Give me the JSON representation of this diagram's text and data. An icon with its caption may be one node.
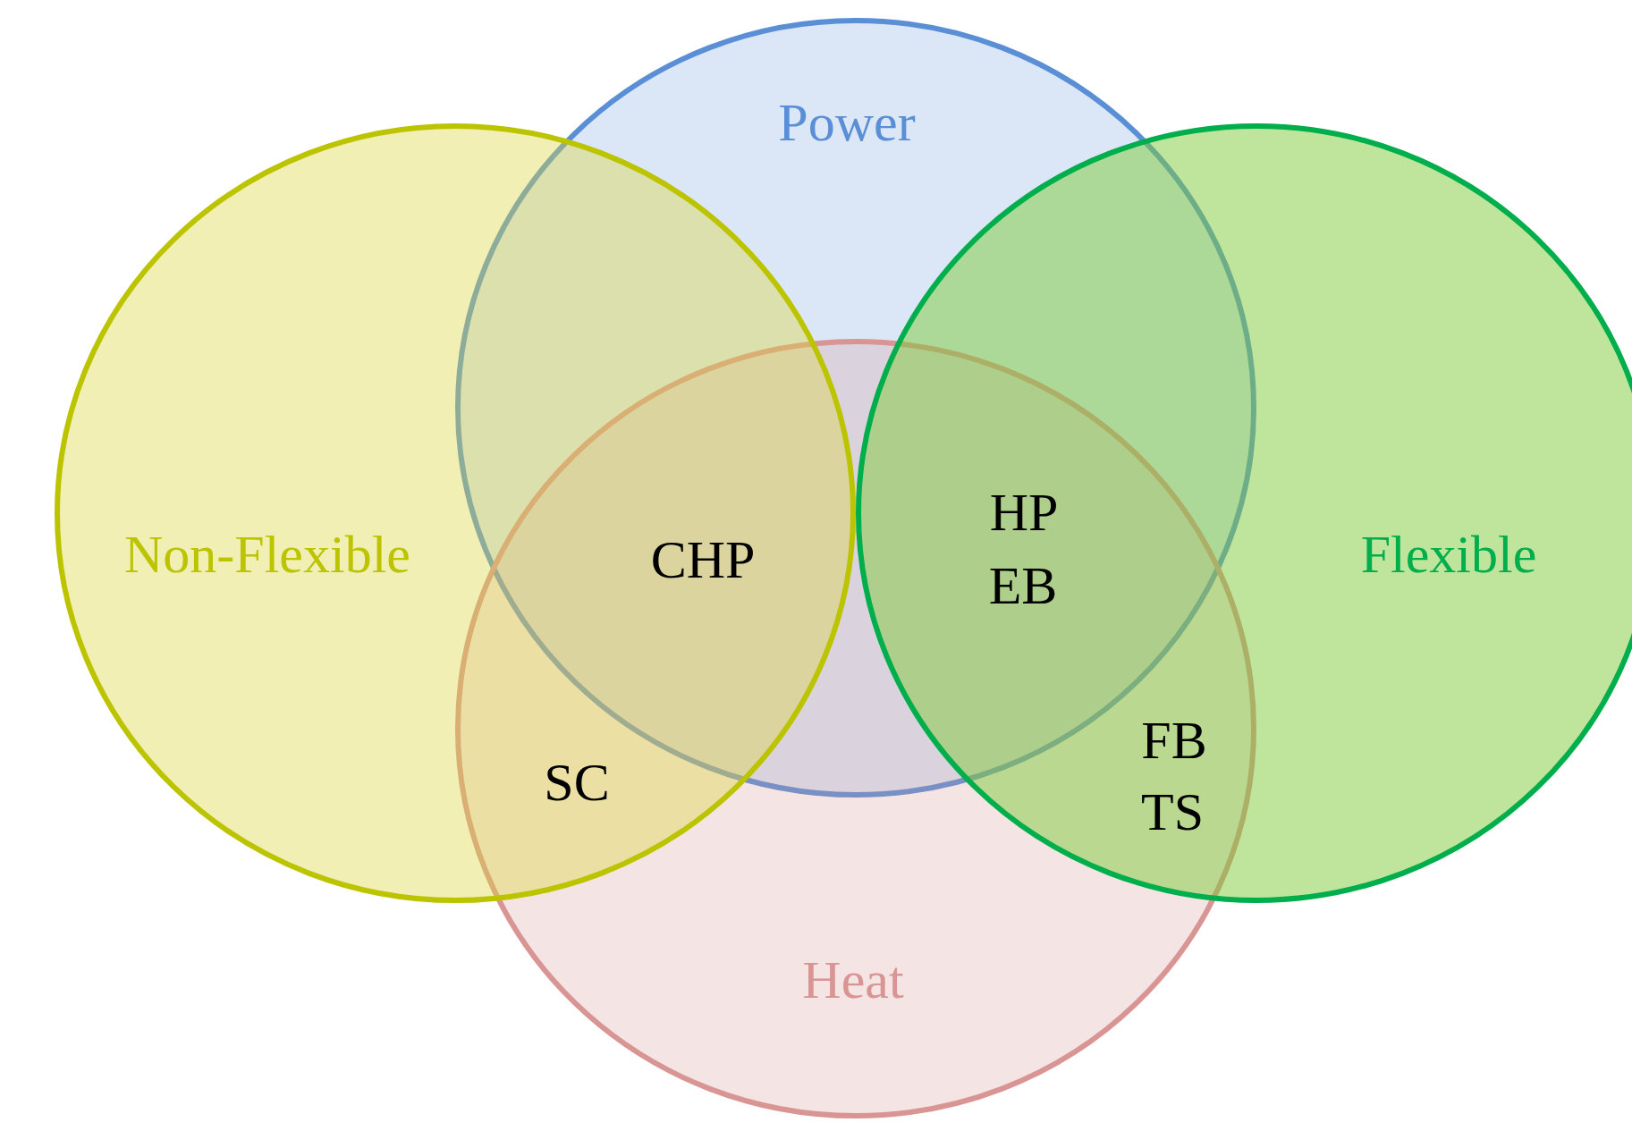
{
  "diagram": {
    "nodes": [
      {
        "text": [
          "Power"
        ]
      },
      {
        "text": [
          "Non-Flexible"
        ]
      },
      {
        "text": [
          "Flexible"
        ]
      },
      {
        "text": [
          "Heat"
        ]
      }
    ],
    "labels": [
      "CHP",
      "HP",
      "EB",
      "SC",
      "FB",
      "TS"
    ]
  }
}
